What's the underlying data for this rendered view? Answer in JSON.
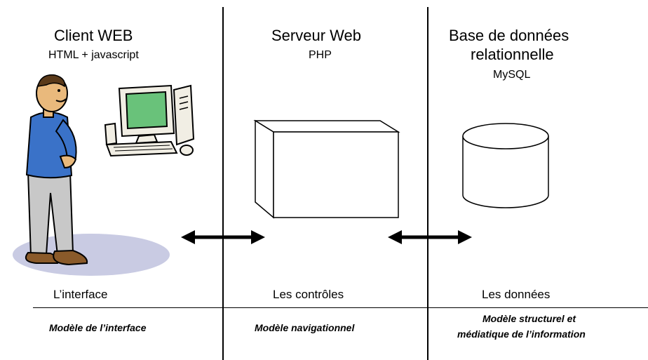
{
  "columns": [
    {
      "title": "Client WEB",
      "subtitle": "HTML + javascript",
      "layer": "L’interface",
      "model": "Modèle de l’interface"
    },
    {
      "title": "Serveur Web",
      "subtitle": "PHP",
      "layer": "Les contrôles",
      "model": "Modèle navigationnel"
    },
    {
      "title_line1": "Base de données",
      "title_line2": "relationnelle",
      "subtitle": "MySQL",
      "layer": "Les données",
      "model_line1": "Modèle structurel et",
      "model_line2": "médiatique de l’information"
    }
  ],
  "colors": {
    "line": "#000000",
    "shirt": "#3a72c8",
    "pants": "#c8c8c8",
    "shadow": "#c9cbe3",
    "skin": "#e9b97c",
    "screen": "#69c27a",
    "computer_body": "#f1eee4"
  },
  "icons": {
    "user": "person-standing-icon",
    "computer": "desktop-computer-icon",
    "server": "server-box-icon",
    "database": "database-cylinder-icon",
    "arrow": "double-headed-arrow-icon"
  }
}
